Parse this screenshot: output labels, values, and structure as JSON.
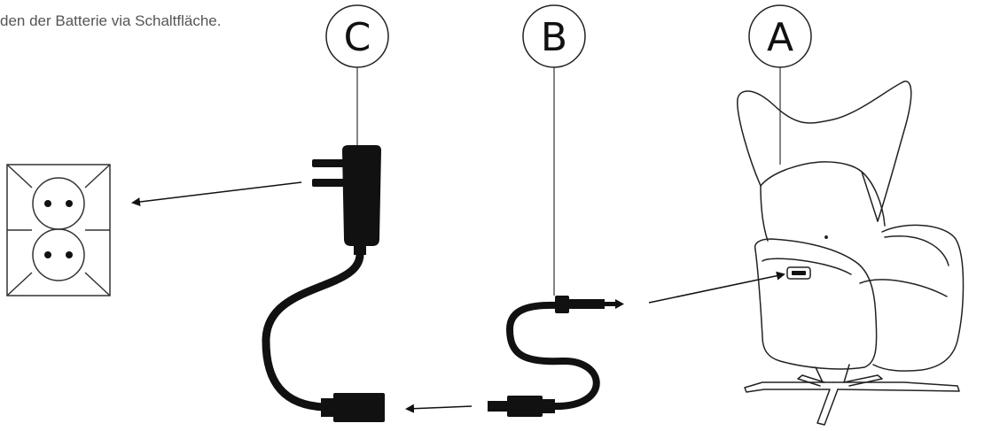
{
  "caption": "den der Batterie via Schaltfläche.",
  "callouts": [
    {
      "id": "C",
      "label": "C"
    },
    {
      "id": "B",
      "label": "B"
    },
    {
      "id": "A",
      "label": "A"
    }
  ],
  "colors": {
    "ink": "#111111",
    "line": "#333333",
    "caption": "#555555"
  },
  "icons": [
    "wall-socket-icon",
    "power-adapter-icon",
    "charging-cable-icon",
    "armchair-icon",
    "usb-port-icon"
  ]
}
